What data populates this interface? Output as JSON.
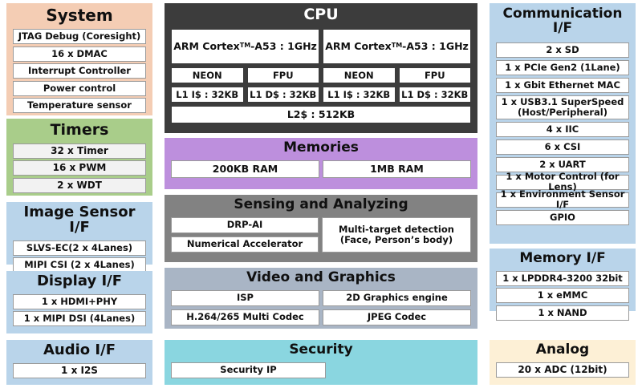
{
  "blocks": {
    "system": {
      "title": "System",
      "color": "#f4cdb4",
      "items": [
        "JTAG Debug (Coresight)",
        "16 x DMAC",
        "Interrupt Controller",
        "Power control",
        "Temperature sensor"
      ]
    },
    "timers": {
      "title": "Timers",
      "color": "#a9cd8a",
      "items": [
        "32 x Timer",
        "16 x PWM",
        "2 x WDT"
      ]
    },
    "image_sensor_if": {
      "title": "Image Sensor I/F",
      "color": "#b9d4ea",
      "items": [
        "SLVS-EC(2 x 4Lanes)",
        "MIPI CSI (2 x 4Lanes)"
      ]
    },
    "display_if": {
      "title": "Display I/F",
      "color": "#b9d4ea",
      "items": [
        "1 x HDMI+PHY",
        "1 x MIPI DSI (4Lanes)"
      ]
    },
    "audio_if": {
      "title": "Audio I/F",
      "color": "#b9d4ea",
      "items": [
        "1 x I2S"
      ]
    },
    "cpu": {
      "title": "CPU",
      "color": "#3c3c3c",
      "cores": [
        {
          "name": "ARM Cortex",
          "trademark": "TM",
          "suffix": "-A53  : 1GHz"
        },
        {
          "name": "ARM Cortex",
          "trademark": "TM",
          "suffix": "-A53  : 1GHz"
        }
      ],
      "units": [
        "NEON",
        "FPU",
        "NEON",
        "FPU"
      ],
      "l1_caches": [
        "L1 I$ : 32KB",
        "L1 D$ : 32KB",
        "L1 I$ : 32KB",
        "L1 D$ : 32KB"
      ],
      "l2_cache": "L2$ : 512KB"
    },
    "memories": {
      "title": "Memories",
      "color": "#bd8fdd",
      "items": [
        "200KB RAM",
        "1MB RAM"
      ]
    },
    "sensing": {
      "title": "Sensing and Analyzing",
      "color": "#828282",
      "left_items": [
        "DRP-AI",
        "Numerical Accelerator"
      ],
      "right_item_line1": "Multi-target detection",
      "right_item_line2": "(Face, Person’s body)"
    },
    "video": {
      "title": "Video and Graphics",
      "color": "#a9b5c5",
      "row1": [
        "ISP",
        "2D Graphics engine"
      ],
      "row2": [
        "H.264/265 Multi Codec",
        "JPEG Codec"
      ]
    },
    "security": {
      "title": "Security",
      "color": "#8ad6e0",
      "items": [
        "Security IP"
      ]
    },
    "communication_if": {
      "title": "Communication I/F",
      "color": "#b9d4ea",
      "items": [
        "2 x SD",
        "1 x PCIe Gen2 (1Lane)",
        "1 x Gbit Ethernet MAC",
        "1 x USB3.1 SuperSpeed",
        "4 x IIC",
        "6 x CSI",
        "2 x UART",
        "1 x Motor Control (for Lens)",
        "1 x Environment Sensor I/F",
        "GPIO"
      ],
      "usb_line1": "1 x USB3.1 SuperSpeed",
      "usb_line2": "(Host/Peripheral)"
    },
    "memory_if": {
      "title": "Memory I/F",
      "color": "#b9d4ea",
      "items": [
        "1 x LPDDR4-3200 32bit",
        "1 x eMMC",
        "1 x NAND"
      ]
    },
    "analog": {
      "title": "Analog",
      "color": "#fdf0d6",
      "items": [
        "20 x ADC (12bit)"
      ]
    }
  }
}
